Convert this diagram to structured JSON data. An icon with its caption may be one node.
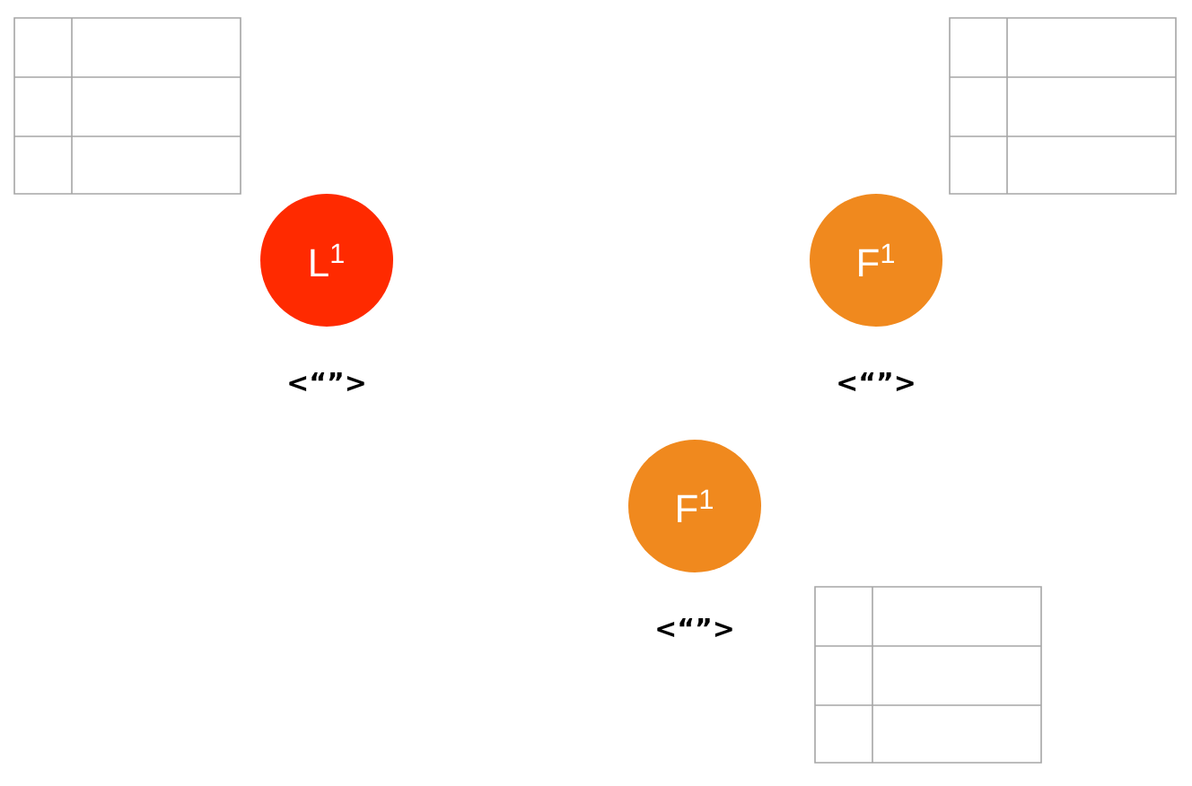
{
  "diagram": {
    "nodes": [
      {
        "text": [
          "L$^{1}$"
        ],
        "beside": [
          "<“”>"
        ]
      },
      {
        "text": [
          "F$^{1}$"
        ],
        "beside": [
          "<“”>"
        ]
      },
      {
        "text": [
          "F$^{1}$"
        ],
        "beside": [
          "<“”>"
        ]
      }
    ]
  }
}
